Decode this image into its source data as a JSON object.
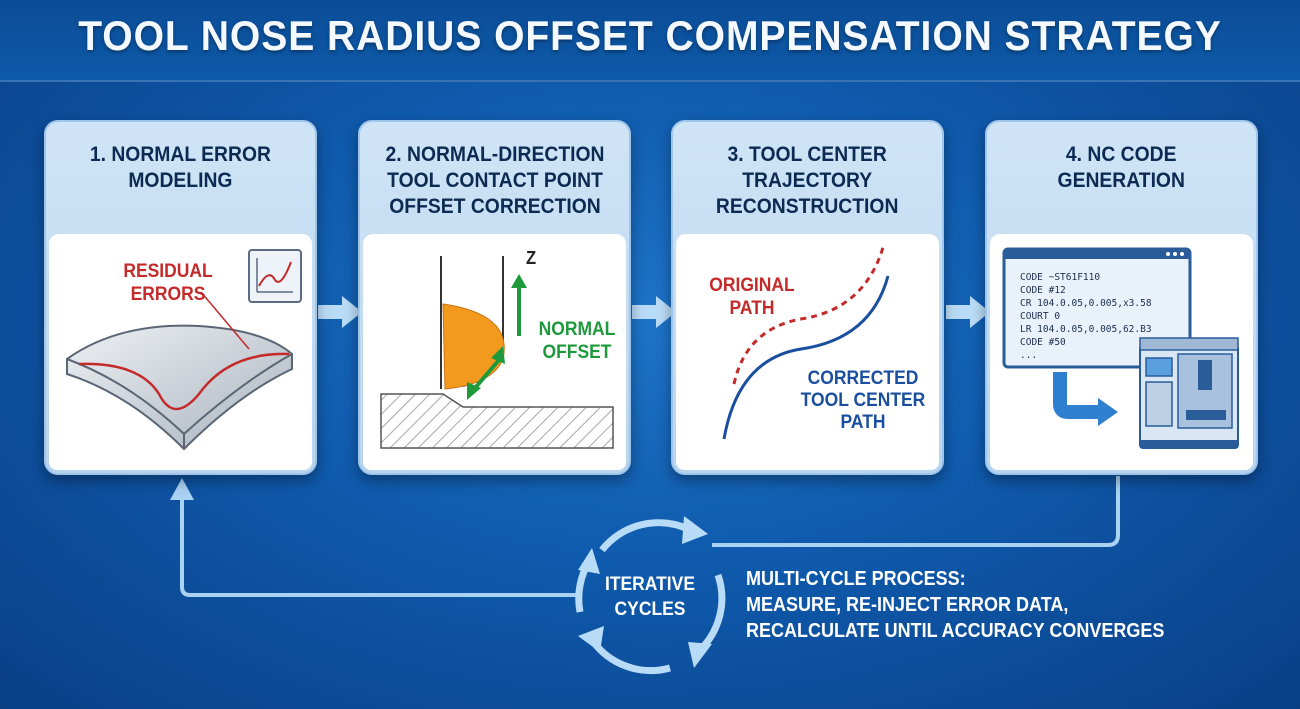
{
  "title": "TOOL NOSE RADIUS OFFSET COMPENSATION STRATEGY",
  "steps": [
    {
      "title": "1. NORMAL ERROR\nMODELING",
      "label": "RESIDUAL\nERRORS"
    },
    {
      "title": "2. NORMAL-DIRECTION\nTOOL CONTACT POINT\nOFFSET CORRECTION",
      "axis": "Z",
      "label": "NORMAL\nOFFSET"
    },
    {
      "title": "3. TOOL CENTER\nTRAJECTORY\nRECONSTRUCTION",
      "label_original": "ORIGINAL\nPATH",
      "label_corrected": "CORRECTED\nTOOL CENTER\nPATH"
    },
    {
      "title": "4. NC CODE\nGENERATION",
      "code_lines": [
        "CODE ~ST61F110",
        "CODE #12",
        "CR 104.0.05,0.005,x3.58",
        "COURT 0",
        "LR 104.0.05,0.005,62.B3",
        "CODE #50",
        "..."
      ]
    }
  ],
  "cycle": {
    "label": "ITERATIVE\nCYCLES",
    "description": "MULTI-CYCLE PROCESS:\nMEASURE, RE-INJECT ERROR DATA,\nRECALCULATE UNTIL ACCURACY CONVERGES"
  },
  "colors": {
    "background": "#0f5aac",
    "card_header": "#c6def3",
    "accent_red": "#c42a2a",
    "accent_green": "#1e9a3c",
    "accent_blue": "#1a4fa0",
    "tool_orange": "#f39a1e",
    "arrow": "#bcdcf6"
  }
}
